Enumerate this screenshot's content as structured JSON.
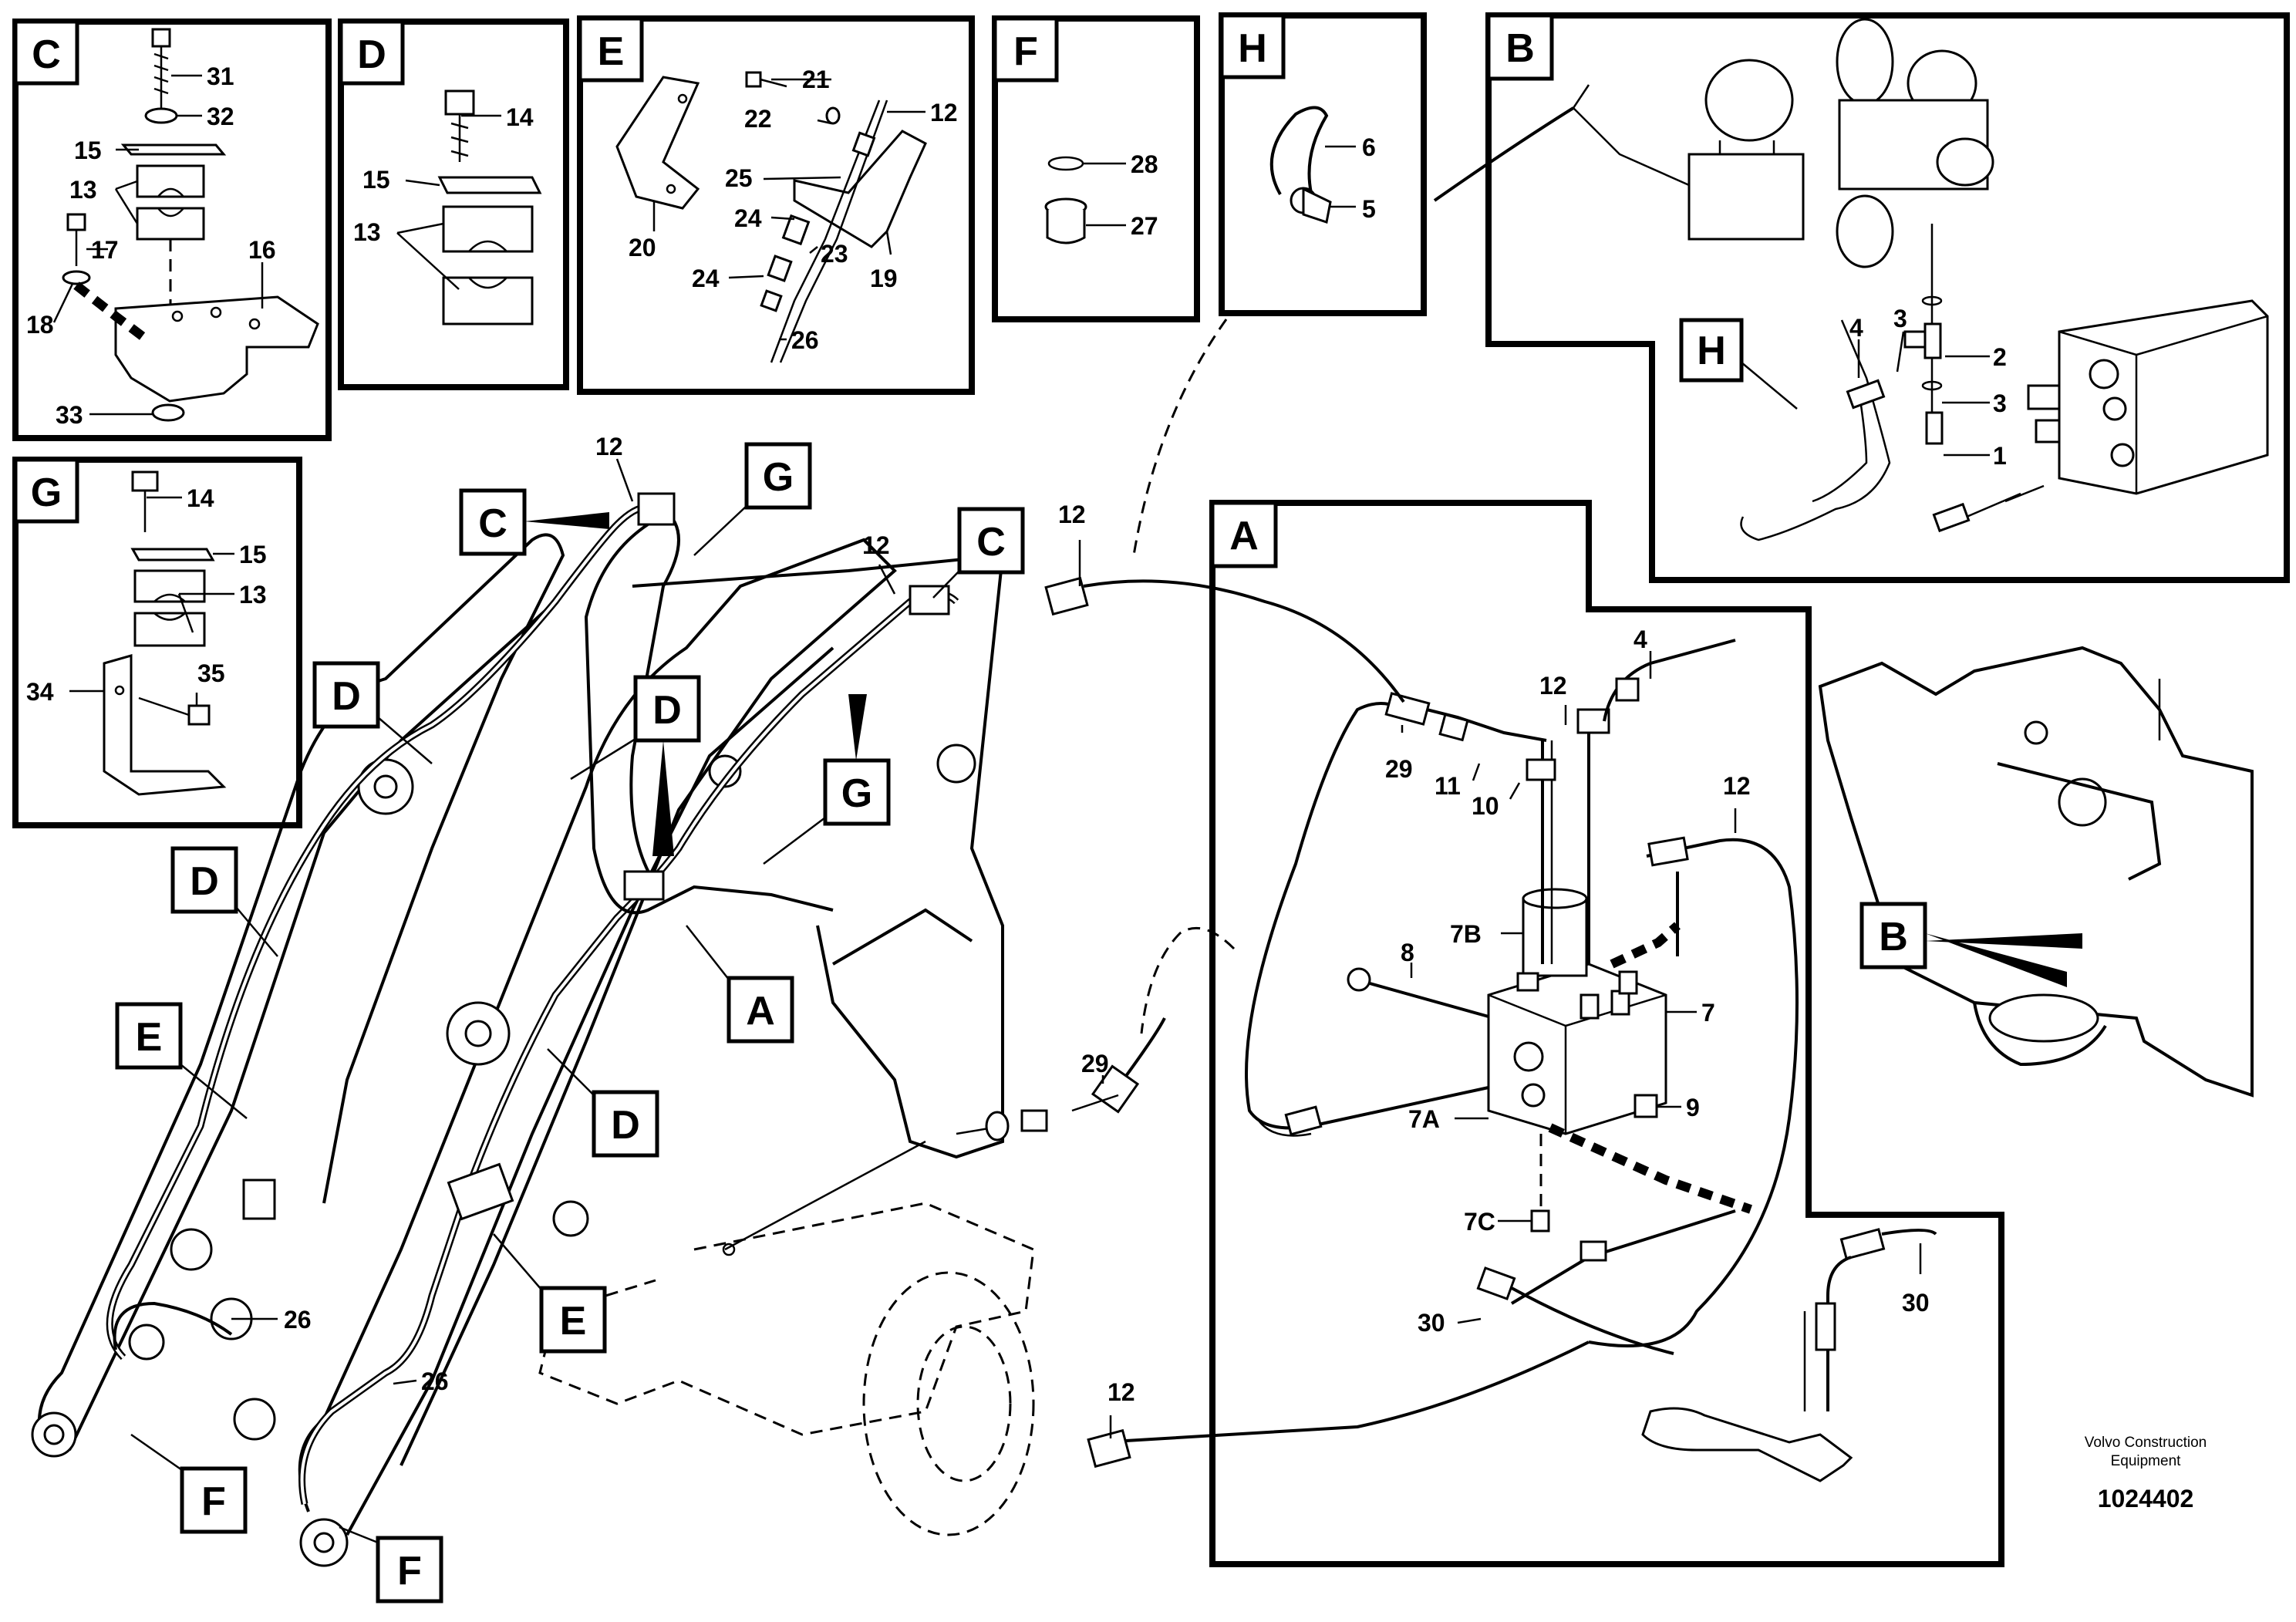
{
  "boxes": {
    "C": "C",
    "D": "D",
    "E": "E",
    "F": "F",
    "H": "H",
    "B": "B",
    "G": "G",
    "A": "A"
  },
  "callouts": {
    "box_c": [
      "31",
      "32",
      "15",
      "13",
      "17",
      "16",
      "18",
      "33"
    ],
    "box_d": [
      "14",
      "15",
      "13"
    ],
    "box_e": [
      "21",
      "22",
      "12",
      "25",
      "24",
      "23",
      "19",
      "20",
      "24",
      "26"
    ],
    "box_f": [
      "28",
      "27"
    ],
    "box_h": [
      "6",
      "5"
    ],
    "box_b": [
      "4",
      "3",
      "2",
      "3",
      "1"
    ],
    "box_b_tag": "H",
    "box_g": [
      "14",
      "15",
      "13",
      "35",
      "34"
    ],
    "box_a": [
      "4",
      "12",
      "29",
      "11",
      "10",
      "12",
      "8",
      "7B",
      "7",
      "9",
      "7A",
      "7C",
      "30",
      "30"
    ],
    "overview": [
      "12",
      "12",
      "12",
      "29",
      "12",
      "26",
      "26"
    ],
    "overview_tags": [
      "C",
      "G",
      "C",
      "D",
      "D",
      "G",
      "D",
      "E",
      "A",
      "D",
      "E",
      "F",
      "F"
    ],
    "detail_tag": "B"
  },
  "footer": {
    "brand_line1": "Volvo Construction",
    "brand_line2": "Equipment",
    "doc_number": "1024402"
  }
}
